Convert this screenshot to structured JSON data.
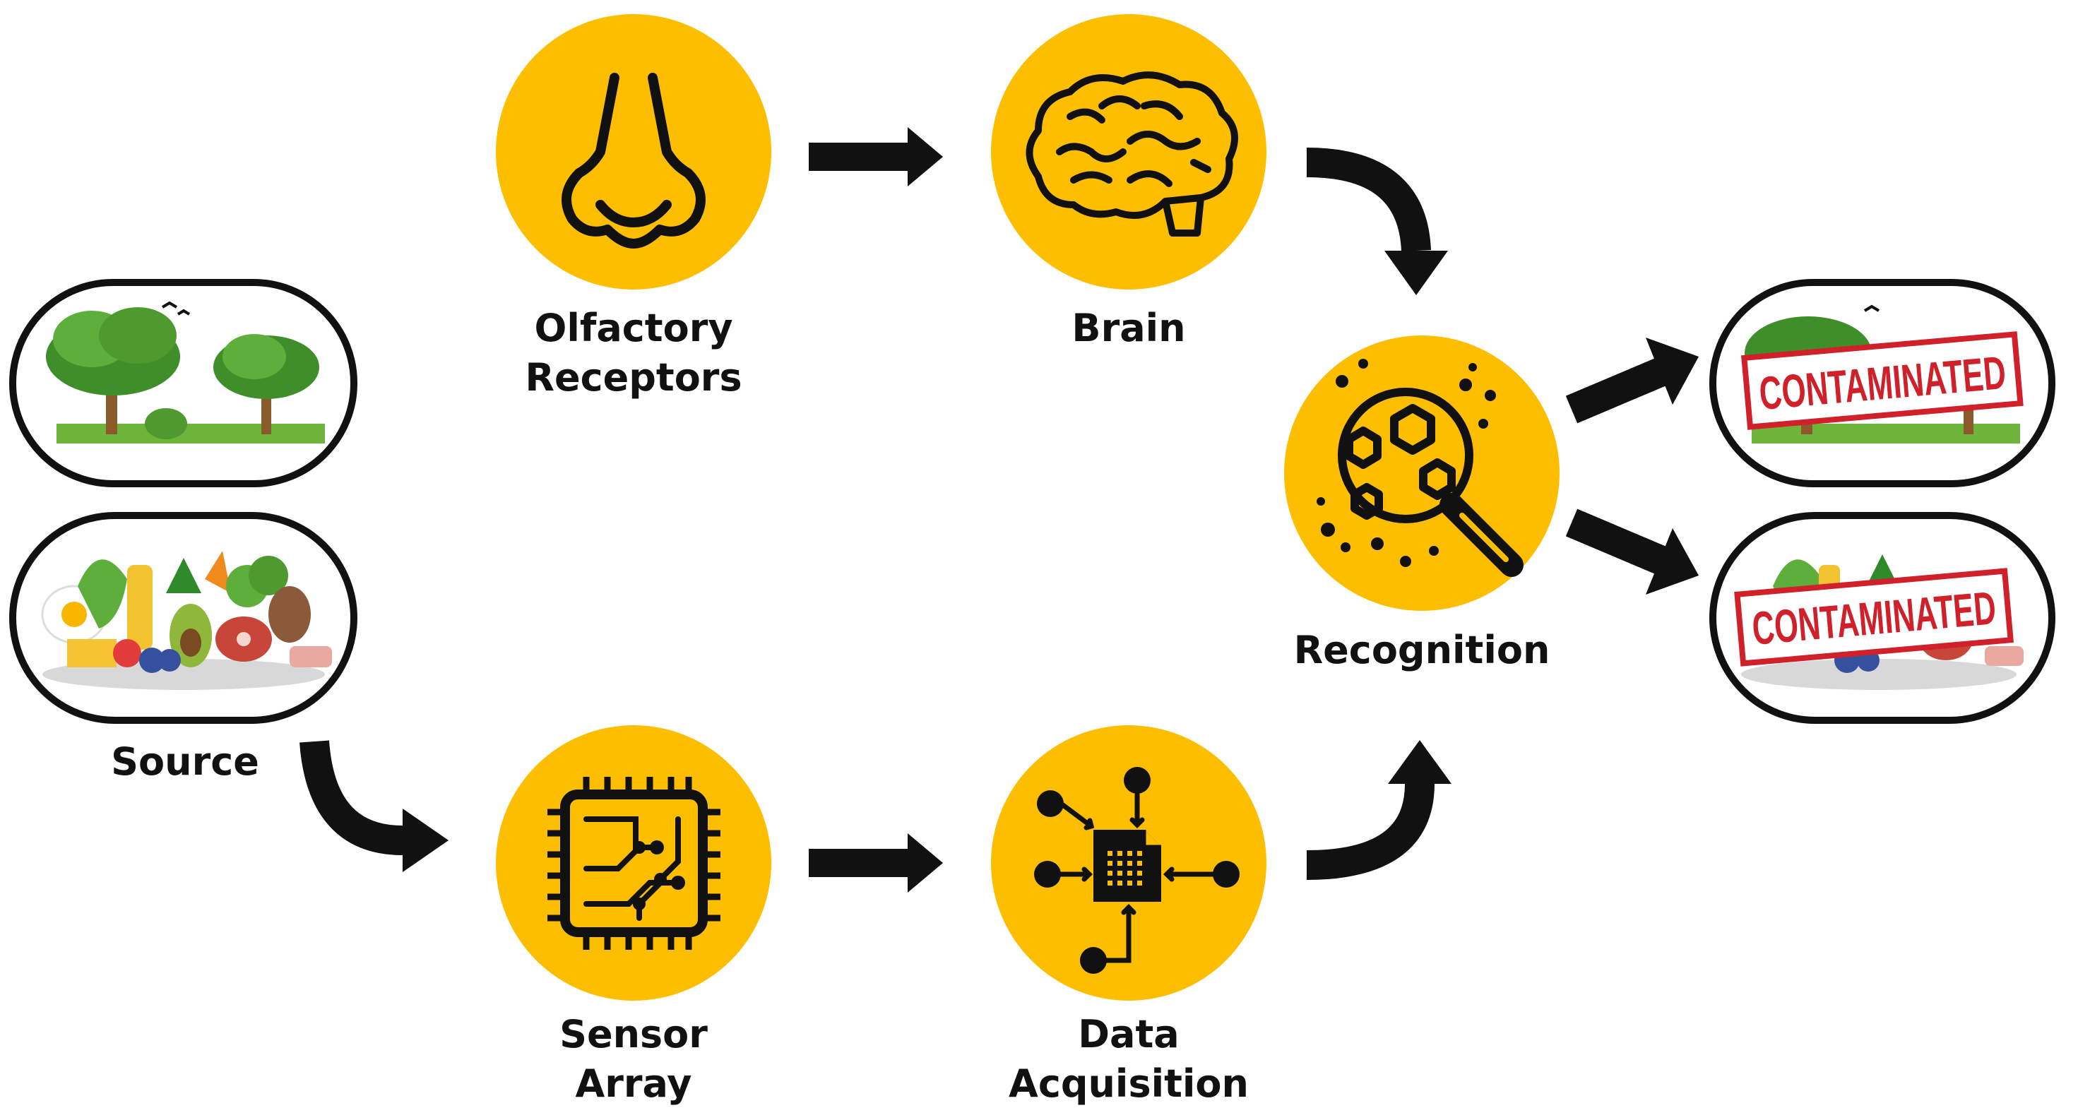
{
  "nodes": {
    "source": {
      "label": "Source"
    },
    "olfactory": {
      "label_line1": "Olfactory",
      "label_line2": "Receptors"
    },
    "brain": {
      "label": "Brain"
    },
    "recognition": {
      "label": "Recognition"
    },
    "sensor": {
      "label_line1": "Sensor",
      "label_line2": "Array"
    },
    "data": {
      "label_line1": "Data",
      "label_line2": "Acquisition"
    }
  },
  "stamps": {
    "text": "CONTAMINATED"
  },
  "colors": {
    "accent": "#FDBE00",
    "stamp": "#D0202A",
    "ink": "#111111",
    "leaf": "#4E9A2E"
  }
}
